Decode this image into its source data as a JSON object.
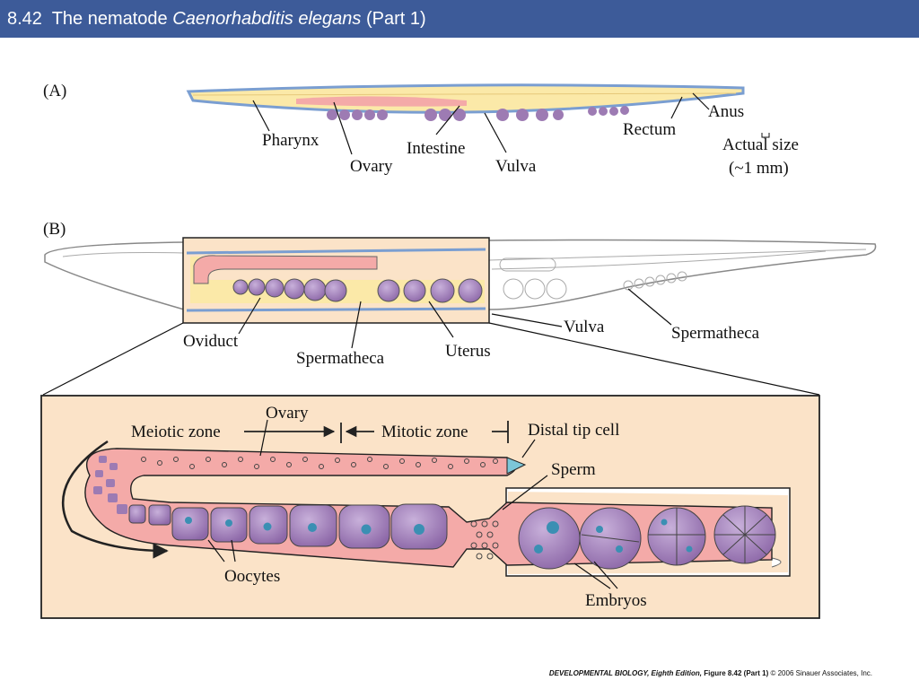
{
  "title": {
    "number": "8.42",
    "pre": "The nematode",
    "species": "Caenorhabditis elegans",
    "post": "(Part 1)"
  },
  "panelA": {
    "label": "(A)",
    "pharynx": "Pharynx",
    "ovary": "Ovary",
    "intestine": "Intestine",
    "vulva": "Vulva",
    "rectum": "Rectum",
    "anus": "Anus",
    "actual_size": "Actual size",
    "size_value": "(~1 mm)"
  },
  "panelB": {
    "label": "(B)",
    "oviduct": "Oviduct",
    "spermatheca": "Spermatheca",
    "uterus": "Uterus",
    "vulva": "Vulva",
    "spermatheca_right": "Spermatheca"
  },
  "detail": {
    "ovary": "Ovary",
    "meiotic_zone": "Meiotic zone",
    "mitotic_zone": "Mitotic zone",
    "distal_tip_cell": "Distal tip cell",
    "sperm": "Sperm",
    "oocytes": "Oocytes",
    "embryos": "Embryos"
  },
  "footer": {
    "book": "DEVELOPMENTAL BIOLOGY, Eighth Edition,",
    "figure": "Figure 8.42 (Part 1)",
    "copyright": "© 2006 Sinauer Associates, Inc."
  },
  "colors": {
    "title_bg": "#3d5b99",
    "detail_bg": "#fbe3c8",
    "gonad": "#f4aaa8",
    "cell": "#9d7bb3",
    "nucleus": "#3b8fb3",
    "cuticle": "#7a9ed1",
    "intestine": "#fbe9a8",
    "distal_tip": "#7cc6d8"
  }
}
